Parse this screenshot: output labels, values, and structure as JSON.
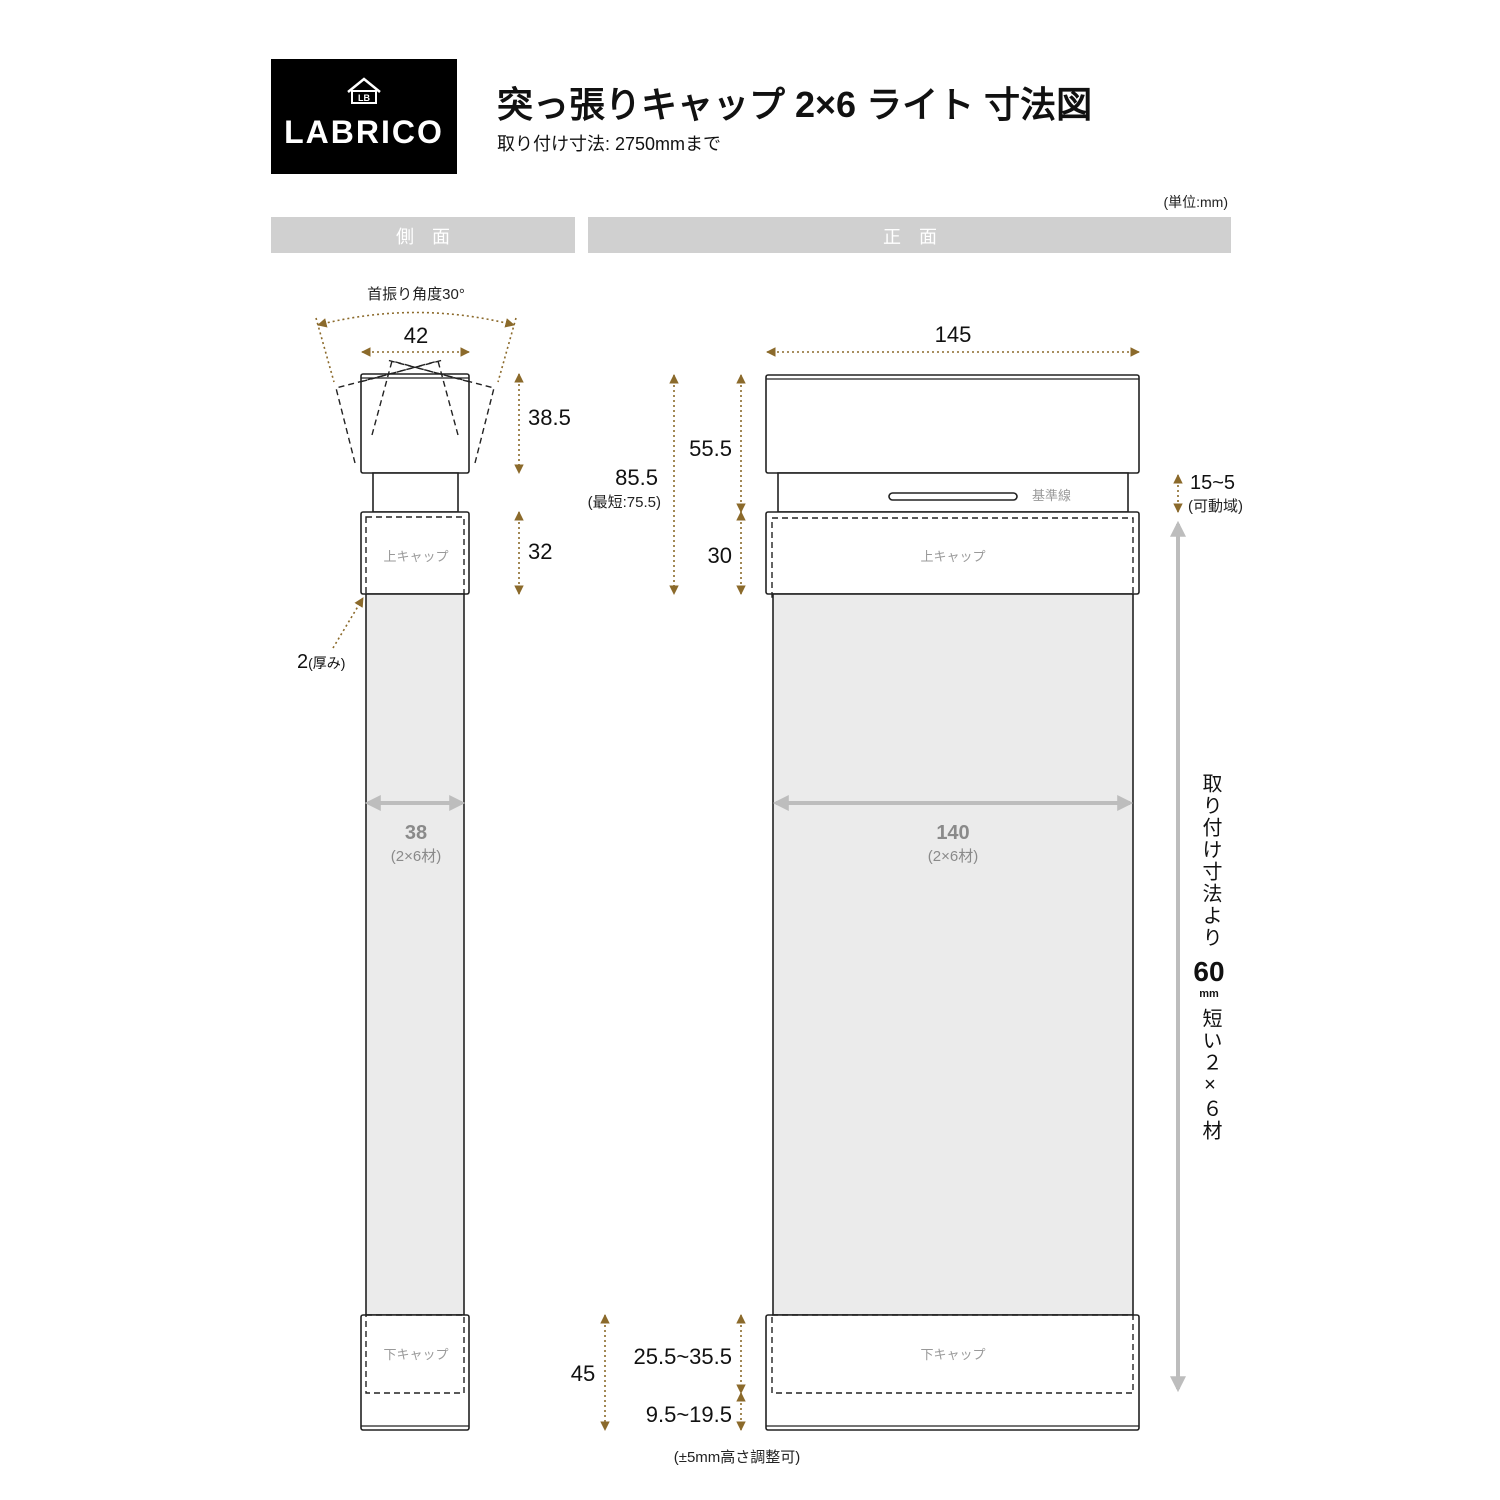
{
  "logo": {
    "text": "LABRICO",
    "mark": "LB"
  },
  "header": {
    "title": "突っ張りキャップ 2×6 ライト 寸法図",
    "subtitle": "取り付け寸法: 2750mmまで"
  },
  "unit": "(単位:mm)",
  "sections": {
    "side": "側　面",
    "front": "正　面"
  },
  "side": {
    "angle_label": "首振り角度30°",
    "width_top": "42",
    "head_height": "38.5",
    "upper_cap_height": "32",
    "upper_cap_label": "上キャップ",
    "thickness": "2",
    "thickness_note": "(厚み)",
    "wood_width": "38",
    "wood_note": "(2×6材)",
    "lower_cap_label": "下キャップ"
  },
  "front": {
    "width_top": "145",
    "total_top": "85.5",
    "total_top_note": "(最短:75.5)",
    "head_height": "55.5",
    "upper_cap_height": "30",
    "baseline_label": "基準線",
    "range": "15~5",
    "range_note": "(可動域)",
    "upper_cap_label": "上キャップ",
    "wood_width": "140",
    "wood_note": "(2×6材)",
    "shorter_text_1": "取り付け寸法より",
    "shorter_value": "60",
    "shorter_unit": "mm",
    "shorter_text_2": "短い２×６材",
    "lower_cap_label": "下キャップ",
    "lower_total": "45",
    "lower_upper_range": "25.5~35.5",
    "lower_lower_range": "9.5~19.5",
    "adjust_note": "(±5mm高さ調整可)"
  },
  "colors": {
    "dimension": "#8b6a2b",
    "section_bar": "#d0d0d0",
    "wood": "#ebebeb"
  }
}
